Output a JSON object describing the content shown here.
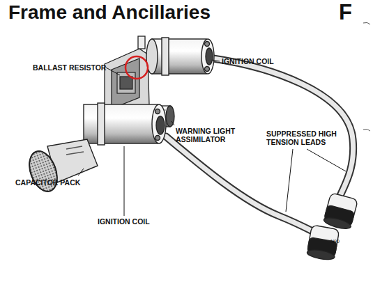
{
  "diagram": {
    "title": "Frame and Ancillaries",
    "labels": [
      "F",
      "BALLAST RESISTOR",
      "IGNITION COIL",
      "WARNING LIGHT ASSIMILATOR",
      "SUPPRESSED HIGH TENSION LEADS",
      "CAPACITOR PACK",
      "IGNITION COIL",
      "N90"
    ]
  }
}
